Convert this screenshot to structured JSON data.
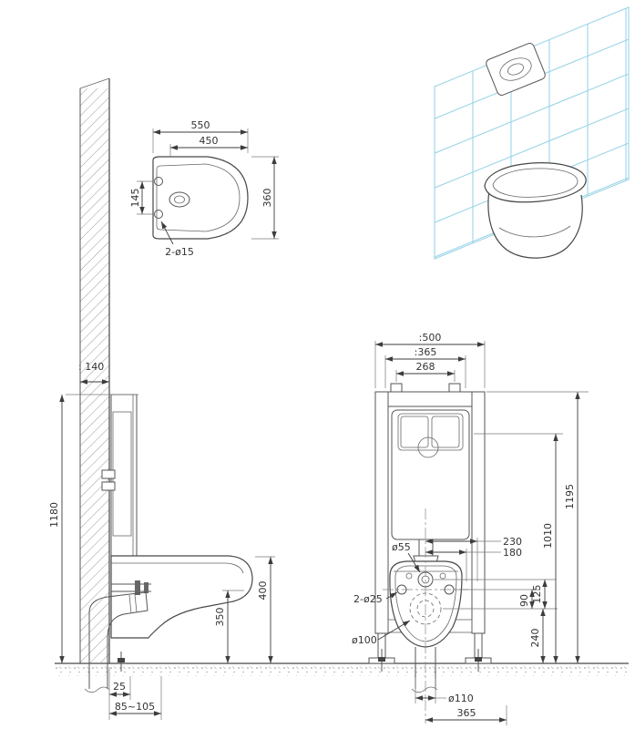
{
  "colors": {
    "line": "#474747",
    "dim_text": "#333333",
    "tile_blue": "#9ad4e6",
    "hatch_gray": "#9c9c9c"
  },
  "top_view": {
    "dim_550": "550",
    "dim_450": "450",
    "dim_360": "360",
    "dim_145": "145",
    "fixing_holes_label": "2-ø15"
  },
  "side_view": {
    "dim_140": ": 140",
    "dim_1180": "1180",
    "dim_400": "400",
    "dim_350": "350",
    "dim_25": "25",
    "dim_85_105": "85~105"
  },
  "front_view": {
    "dim_500": ":500",
    "dim_365_top": ":365",
    "dim_268": "268",
    "dim_1195": "1195",
    "dim_1010": "1010",
    "dim_230": "230",
    "dim_180": "180",
    "dim_125": "125",
    "dim_90": "90",
    "dim_240": "240",
    "flush_hole_label": "ø55",
    "fixing_holes_label": "2-ø25",
    "drain_hole_label": "ø100",
    "dim_pipe_diameter": "ø110",
    "dim_365_bottom": "365"
  }
}
